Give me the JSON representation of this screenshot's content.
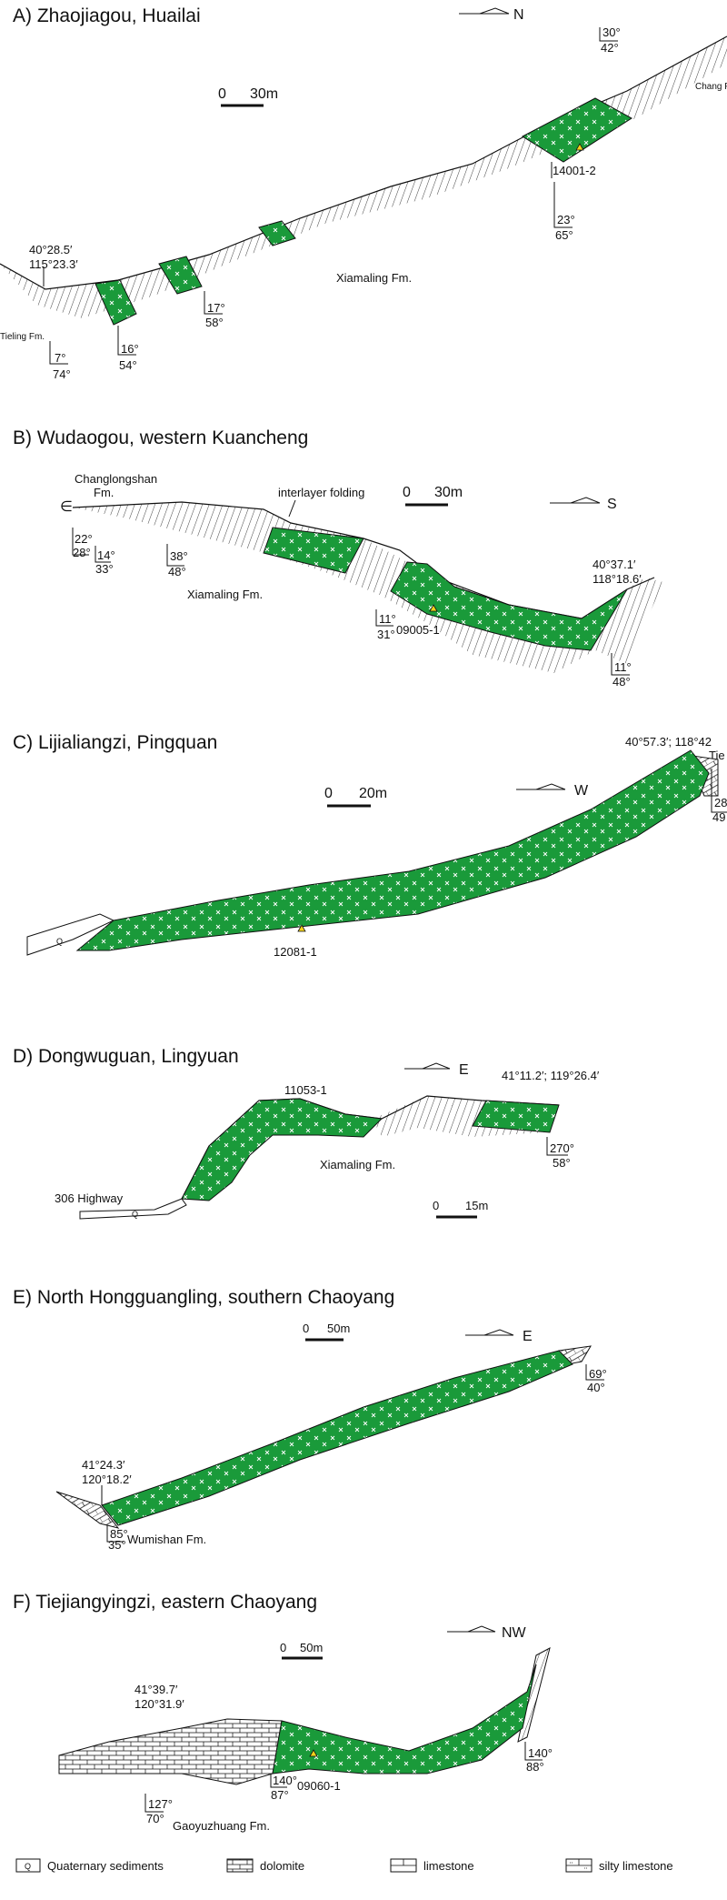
{
  "panels": [
    {
      "title": "A)  Zhaojiagou, Huailai",
      "north": "N",
      "scale": "30m",
      "scale_zero": "0",
      "coords": [
        "40°28.5′",
        "115°23.3′"
      ],
      "formation_main": "Xiamaling Fm.",
      "formation_left": "Tieling Fm.",
      "formation_right": "Chang Fm.",
      "sample": "14001-2",
      "attitudes": [
        {
          "strike": "7°",
          "dip": "74°"
        },
        {
          "strike": "16°",
          "dip": "54°"
        },
        {
          "strike": "17°",
          "dip": "58°"
        },
        {
          "strike": "23°",
          "dip": "65°"
        },
        {
          "strike": "30°",
          "dip": "42°"
        }
      ]
    },
    {
      "title": "B)  Wudaogou, western Kuancheng",
      "north": "S",
      "scale": "30m",
      "scale_zero": "0",
      "formation_top": "Changlongshan",
      "formation_top2": "Fm.",
      "cambrian": "∈",
      "folding": "interlayer folding",
      "formation_main": "Xiamaling Fm.",
      "coords": [
        "40°37.1′",
        "118°18.6′"
      ],
      "sample": "09005-1",
      "attitudes": [
        {
          "strike": "22°",
          "dip": "28°"
        },
        {
          "strike": "14°",
          "dip": "33°"
        },
        {
          "strike": "38°",
          "dip": "48°"
        },
        {
          "strike": "11°",
          "dip": "31°"
        },
        {
          "strike": "11°",
          "dip": "48°"
        }
      ]
    },
    {
      "title": "C)  Lijialiangzi, Pingquan",
      "north": "W",
      "scale": "20m",
      "scale_zero": "0",
      "coords": "40°57.3′; 118°42",
      "formation_right": "Tie",
      "quaternary": "Q",
      "sample": "12081-1",
      "attitudes": [
        {
          "strike": "28",
          "dip": "49"
        }
      ]
    },
    {
      "title": "D)  Dongwuguan, Lingyuan",
      "north": "E",
      "scale": "15m",
      "scale_zero": "0",
      "coords": "41°11.2′; 119°26.4′",
      "road": "306 Highway",
      "quaternary": "Q",
      "formation_main": "Xiamaling Fm.",
      "sample": "11053-1",
      "attitudes": [
        {
          "strike": "270°",
          "dip": "58°"
        }
      ]
    },
    {
      "title": "E)  North Hongguangling, southern Chaoyang",
      "north": "E",
      "scale": "50m",
      "scale_zero": "0",
      "coords": [
        "41°24.3′",
        "120°18.2′"
      ],
      "formation_left": "Wumishan Fm.",
      "attitudes": [
        {
          "strike": "85°",
          "dip": "35°"
        },
        {
          "strike": "69°",
          "dip": "40°"
        }
      ]
    },
    {
      "title": "F)  Tiejiangyingzi, eastern Chaoyang",
      "north": "NW",
      "scale": "50m",
      "scale_zero": "0",
      "coords": [
        "41°39.7′",
        "120°31.9′"
      ],
      "formation_left": "Gaoyuzhuang Fm.",
      "sample": "09060-1",
      "attitudes": [
        {
          "strike": "127°",
          "dip": "70°"
        },
        {
          "strike": "140°",
          "dip": "87°"
        },
        {
          "strike": "140°",
          "dip": "88°"
        }
      ]
    }
  ],
  "legend": {
    "items": [
      {
        "symbol": "Q",
        "label": "Quaternary sediments"
      },
      {
        "symbol": "",
        "label": "dolomite"
      },
      {
        "symbol": "",
        "label": "limestone"
      },
      {
        "symbol": "",
        "label": "silty limestone"
      }
    ]
  },
  "colors": {
    "sill": "#1a9a3a",
    "outline": "#111111",
    "sample": "#f2d21b"
  }
}
